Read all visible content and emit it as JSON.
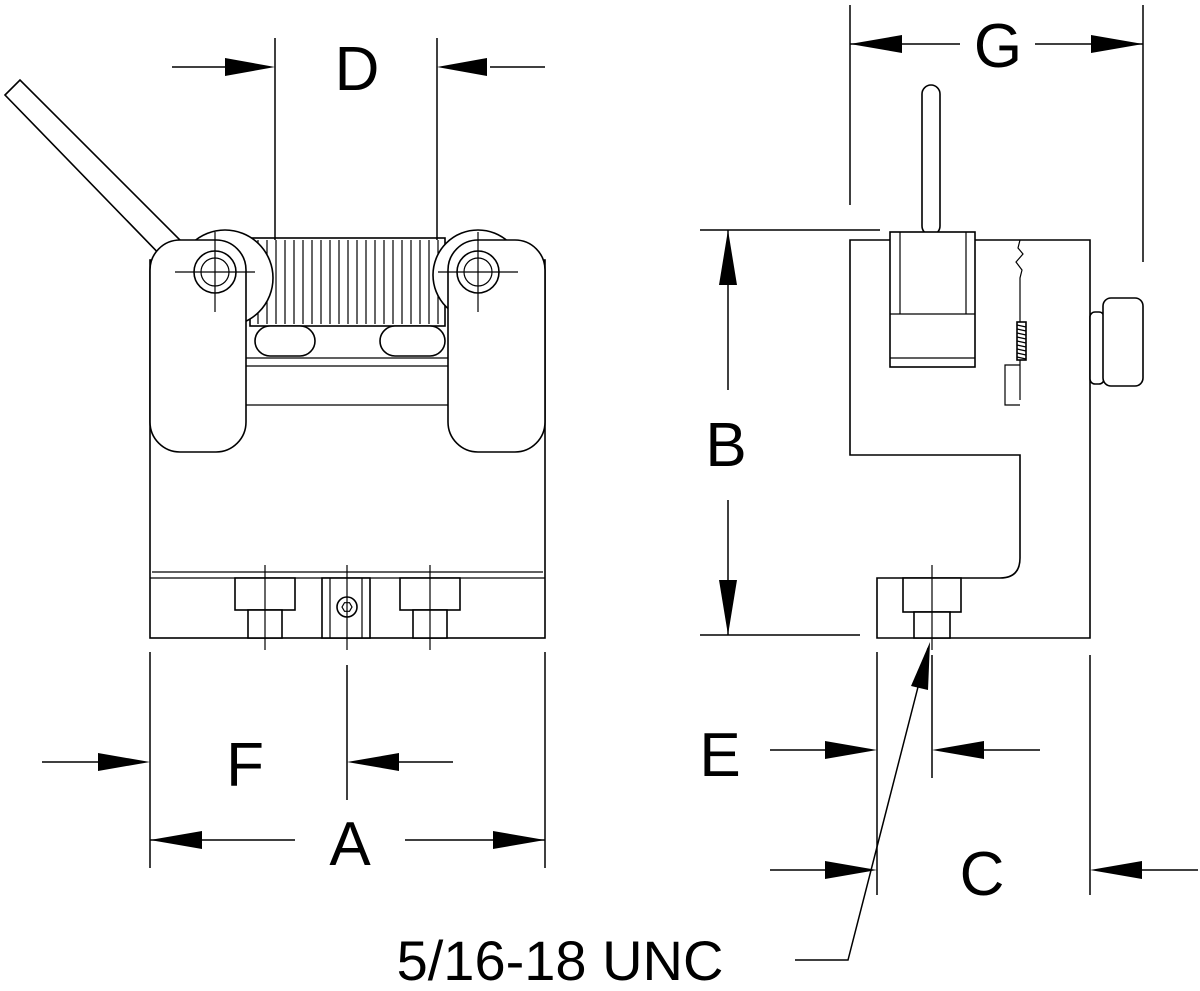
{
  "dimensions": {
    "A": "A",
    "B": "B",
    "C": "C",
    "D": "D",
    "E": "E",
    "F": "F",
    "G": "G"
  },
  "callout": {
    "thread": "5/16-18 UNC"
  },
  "colors": {
    "line": "#000000",
    "background": "#ffffff"
  }
}
